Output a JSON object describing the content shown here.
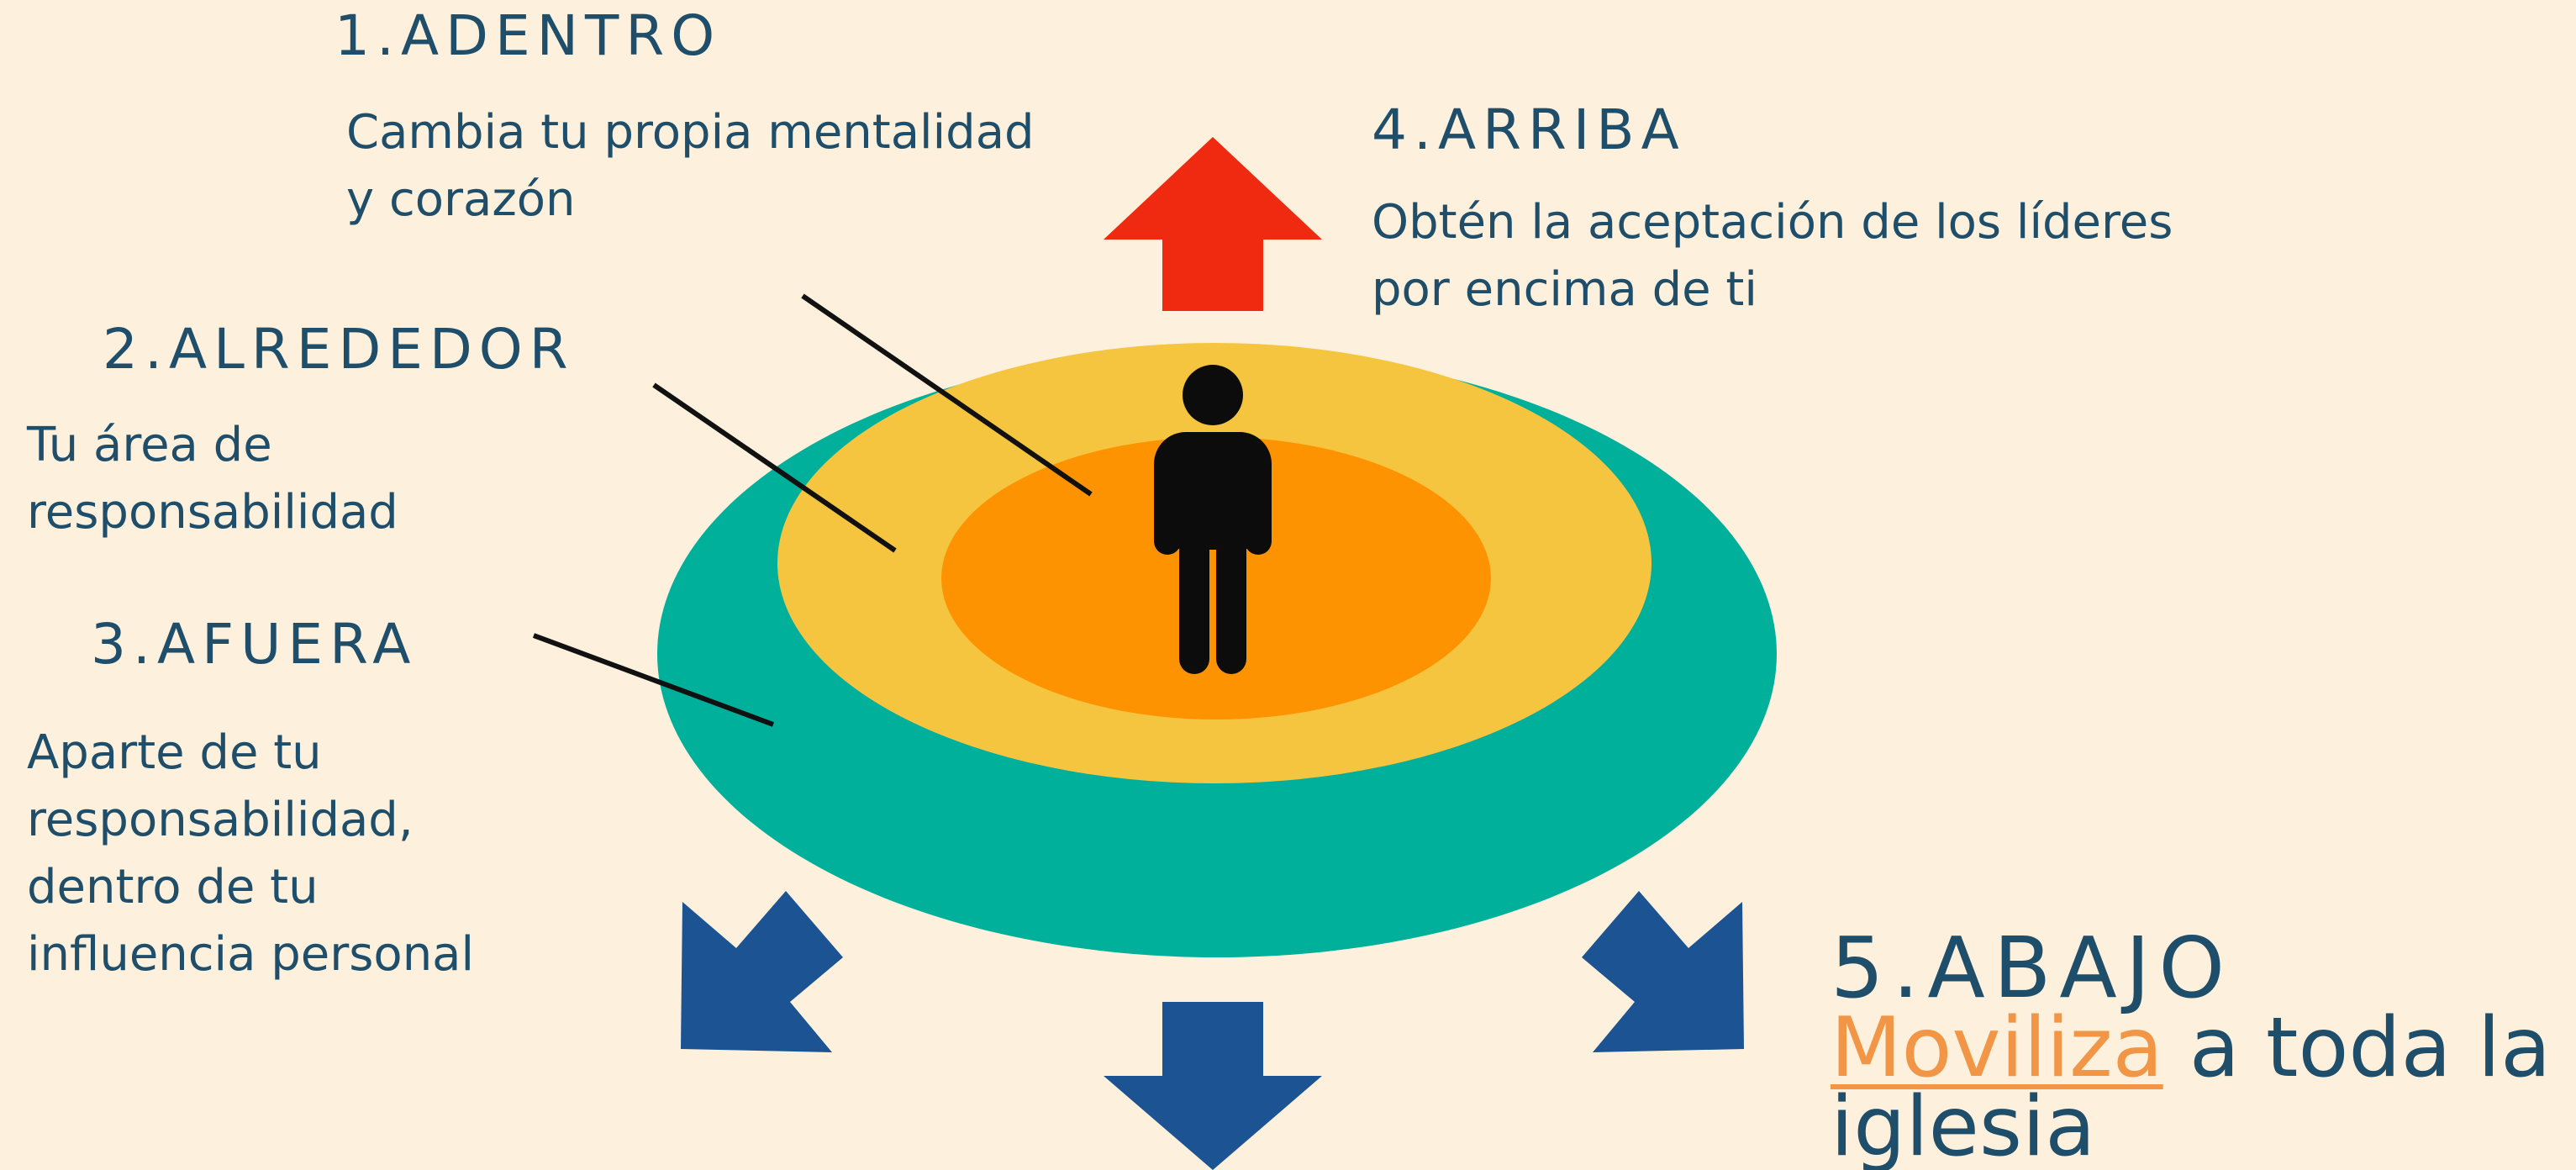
{
  "colors": {
    "background": "#fdf0dc",
    "text": "#1f4e6b",
    "outer_ring": "#00b09b",
    "middle_ring": "#f5c540",
    "inner_ring": "#fd9301",
    "arrow_up": "#ef2a10",
    "arrow_down": "#1c5393",
    "highlight": "#f19646",
    "figure": "#0c0c0c"
  },
  "steps": [
    {
      "number_title": "1.ADENTRO",
      "lines": [
        "Cambia tu propia mentalidad",
        "y corazón"
      ]
    },
    {
      "number_title": "2.ALREDEDOR",
      "lines": [
        "Tu área de",
        "responsabilidad"
      ]
    },
    {
      "number_title": "3.AFUERA",
      "lines": [
        "Aparte de tu",
        "responsabilidad,",
        "dentro de tu",
        "influencia personal"
      ]
    },
    {
      "number_title": "4.ARRIBA",
      "lines": [
        "Obtén la aceptación de los líderes",
        "por encima de ti"
      ]
    },
    {
      "number_title": "5.ABAJO",
      "highlight_word": "Moviliza",
      "rest_line1": " a toda la",
      "line2": "iglesia"
    }
  ],
  "icons": {
    "arrow_up": "arrow-up-icon",
    "arrow_down": "arrow-down-icon",
    "arrow_down_left": "arrow-down-left-icon",
    "arrow_down_right": "arrow-down-right-icon",
    "person": "person-icon"
  }
}
